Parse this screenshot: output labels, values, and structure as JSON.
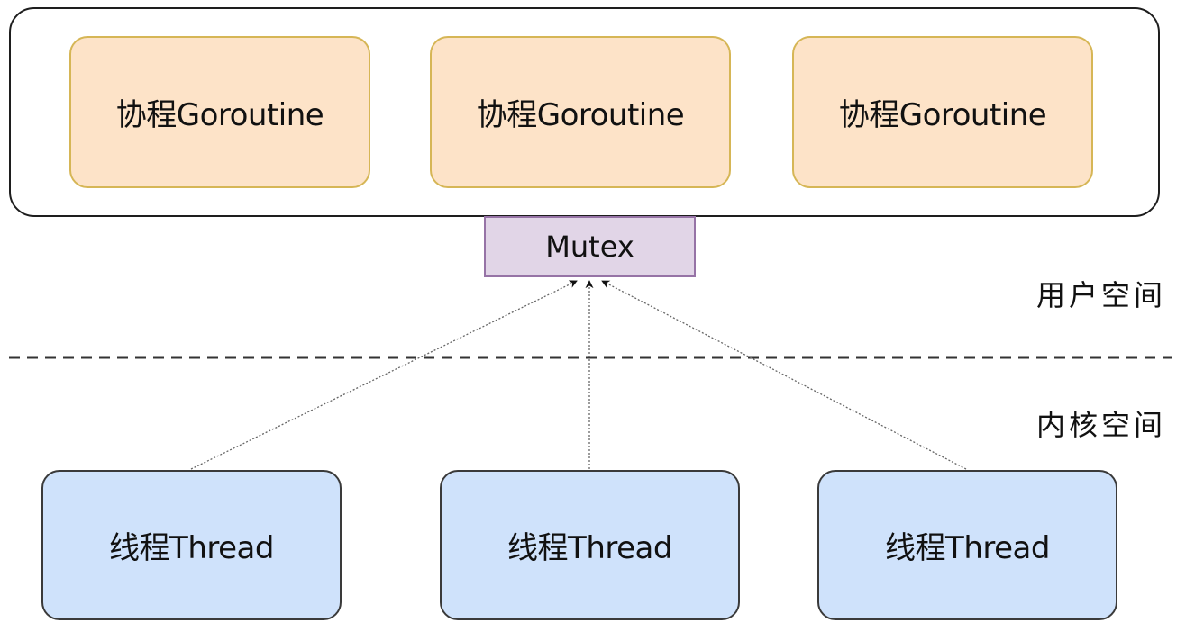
{
  "diagram": {
    "user_space_container": {
      "goroutines": [
        {
          "label": "协程Goroutine"
        },
        {
          "label": "协程Goroutine"
        },
        {
          "label": "协程Goroutine"
        }
      ]
    },
    "mutex": {
      "label": "Mutex"
    },
    "space_labels": {
      "user_space": "用户空间",
      "kernel_space": "内核空间"
    },
    "threads": [
      {
        "label": "线程Thread"
      },
      {
        "label": "线程Thread"
      },
      {
        "label": "线程Thread"
      }
    ],
    "edges": [
      {
        "from": "thread-1",
        "to": "mutex",
        "style": "dotted-arrow"
      },
      {
        "from": "thread-2",
        "to": "mutex",
        "style": "dotted-arrow"
      },
      {
        "from": "thread-3",
        "to": "mutex",
        "style": "dotted-arrow"
      }
    ],
    "colors": {
      "goroutine_fill": "#fde3c8",
      "goroutine_stroke": "#d6b656",
      "mutex_fill": "#e1d5e7",
      "mutex_stroke": "#9673a6",
      "thread_fill": "#cfe2fb",
      "thread_stroke": "#3a3a3a"
    }
  }
}
